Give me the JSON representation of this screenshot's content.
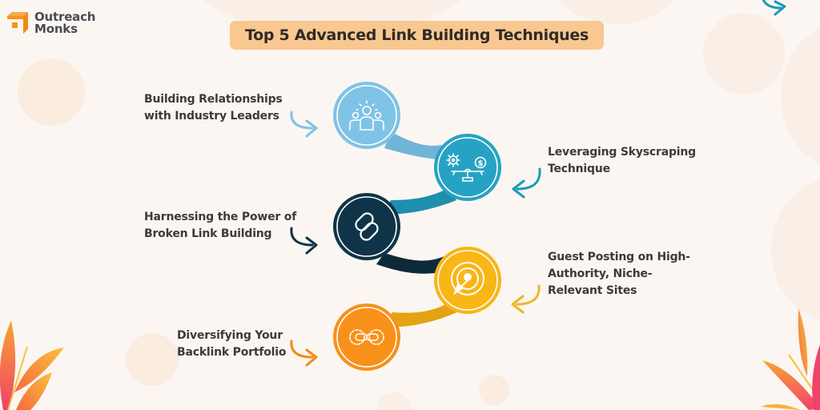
{
  "brand": {
    "name_line1": "Outreach",
    "name_line2": "Monks",
    "logo_color": "#f7931e"
  },
  "title": "Top 5 Advanced Link Building Techniques",
  "colors": {
    "background": "#fbf6f1",
    "title_pill": "#f9c891",
    "step1": "#7fc3e6",
    "step2": "#26a3c4",
    "step3": "#0f3448",
    "step4": "#f8b617",
    "step5": "#f7911a"
  },
  "steps": [
    {
      "label_line1": "Building Relationships",
      "label_line2": "with Industry Leaders",
      "icon": "team-leader-icon",
      "color": "#7fc3e6",
      "side": "left"
    },
    {
      "label_line1": "Leveraging Skyscraping",
      "label_line2": "Technique",
      "icon": "balance-scale-gear-dollar-icon",
      "color": "#26a3c4",
      "side": "right"
    },
    {
      "label_line1": "Harnessing the Power of",
      "label_line2": "Broken Link Building",
      "icon": "chain-link-icon",
      "color": "#0f3448",
      "side": "left"
    },
    {
      "label_line1": "Guest Posting on High-",
      "label_line2": "Authority, Niche-",
      "label_line3": "Relevant Sites",
      "icon": "target-arrow-icon",
      "color": "#f8b617",
      "side": "right"
    },
    {
      "label_line1": "Diversifying Your",
      "label_line2": "Backlink Portfolio",
      "icon": "gears-link-icon",
      "color": "#f7911a",
      "side": "left"
    }
  ]
}
